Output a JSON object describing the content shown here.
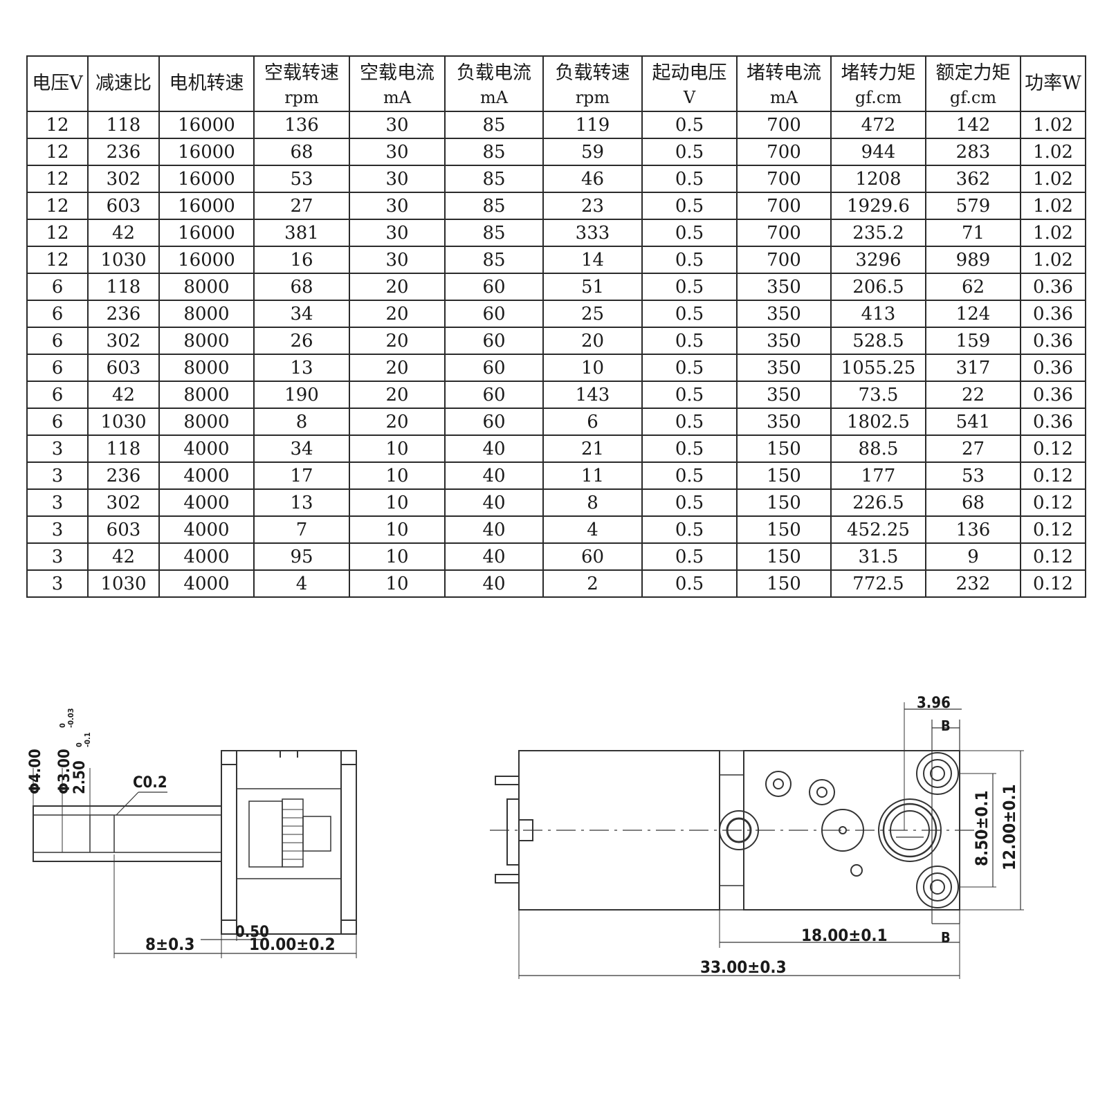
{
  "table": {
    "headers": [
      {
        "label": "电压V",
        "unit": ""
      },
      {
        "label": "减速比",
        "unit": ""
      },
      {
        "label": "电机转速",
        "unit": ""
      },
      {
        "label": "空载转速",
        "unit": "rpm"
      },
      {
        "label": "空载电流",
        "unit": "mA"
      },
      {
        "label": "负载电流",
        "unit": "mA"
      },
      {
        "label": "负载转速",
        "unit": "rpm"
      },
      {
        "label": "起动电压",
        "unit": "V"
      },
      {
        "label": "堵转电流",
        "unit": "mA"
      },
      {
        "label": "堵转力矩",
        "unit": "gf.cm"
      },
      {
        "label": "额定力矩",
        "unit": "gf.cm"
      },
      {
        "label": "功率W",
        "unit": ""
      }
    ],
    "rows": [
      [
        "12",
        "118",
        "16000",
        "136",
        "30",
        "85",
        "119",
        "0.5",
        "700",
        "472",
        "142",
        "1.02"
      ],
      [
        "12",
        "236",
        "16000",
        "68",
        "30",
        "85",
        "59",
        "0.5",
        "700",
        "944",
        "283",
        "1.02"
      ],
      [
        "12",
        "302",
        "16000",
        "53",
        "30",
        "85",
        "46",
        "0.5",
        "700",
        "1208",
        "362",
        "1.02"
      ],
      [
        "12",
        "603",
        "16000",
        "27",
        "30",
        "85",
        "23",
        "0.5",
        "700",
        "1929.6",
        "579",
        "1.02"
      ],
      [
        "12",
        "42",
        "16000",
        "381",
        "30",
        "85",
        "333",
        "0.5",
        "700",
        "235.2",
        "71",
        "1.02"
      ],
      [
        "12",
        "1030",
        "16000",
        "16",
        "30",
        "85",
        "14",
        "0.5",
        "700",
        "3296",
        "989",
        "1.02"
      ],
      [
        "6",
        "118",
        "8000",
        "68",
        "20",
        "60",
        "51",
        "0.5",
        "350",
        "206.5",
        "62",
        "0.36"
      ],
      [
        "6",
        "236",
        "8000",
        "34",
        "20",
        "60",
        "25",
        "0.5",
        "350",
        "413",
        "124",
        "0.36"
      ],
      [
        "6",
        "302",
        "8000",
        "26",
        "20",
        "60",
        "20",
        "0.5",
        "350",
        "528.5",
        "159",
        "0.36"
      ],
      [
        "6",
        "603",
        "8000",
        "13",
        "20",
        "60",
        "10",
        "0.5",
        "350",
        "1055.25",
        "317",
        "0.36"
      ],
      [
        "6",
        "42",
        "8000",
        "190",
        "20",
        "60",
        "143",
        "0.5",
        "350",
        "73.5",
        "22",
        "0.36"
      ],
      [
        "6",
        "1030",
        "8000",
        "8",
        "20",
        "60",
        "6",
        "0.5",
        "350",
        "1802.5",
        "541",
        "0.36"
      ],
      [
        "3",
        "118",
        "4000",
        "34",
        "10",
        "40",
        "21",
        "0.5",
        "150",
        "88.5",
        "27",
        "0.12"
      ],
      [
        "3",
        "236",
        "4000",
        "17",
        "10",
        "40",
        "11",
        "0.5",
        "150",
        "177",
        "53",
        "0.12"
      ],
      [
        "3",
        "302",
        "4000",
        "13",
        "10",
        "40",
        "8",
        "0.5",
        "150",
        "226.5",
        "68",
        "0.12"
      ],
      [
        "3",
        "603",
        "4000",
        "7",
        "10",
        "40",
        "4",
        "0.5",
        "150",
        "452.25",
        "136",
        "0.12"
      ],
      [
        "3",
        "42",
        "4000",
        "95",
        "10",
        "40",
        "60",
        "0.5",
        "150",
        "31.5",
        "9",
        "0.12"
      ],
      [
        "3",
        "1030",
        "4000",
        "4",
        "10",
        "40",
        "2",
        "0.5",
        "150",
        "772.5",
        "232",
        "0.12"
      ]
    ]
  },
  "side_view": {
    "dim_phi4": "Φ4.00",
    "dim_phi3": "Φ3.00",
    "dim_phi3_tol_upper": "0",
    "dim_phi3_tol_lower": "-0.03",
    "dim_2_50": "2.50",
    "dim_2_50_tol_upper": "0",
    "dim_2_50_tol_lower": "-0.1",
    "chamfer": "C0.2",
    "dim_0_50": "0.50",
    "dim_8": "8±0.3",
    "dim_10": "10.00±0.2"
  },
  "front_view": {
    "dim_3_96": "3.96",
    "section_top": "B",
    "section_bottom": "B",
    "dim_8_50": "8.50±0.1",
    "dim_12": "12.00±0.1",
    "dim_18": "18.00±0.1",
    "dim_33": "33.00±0.3"
  }
}
